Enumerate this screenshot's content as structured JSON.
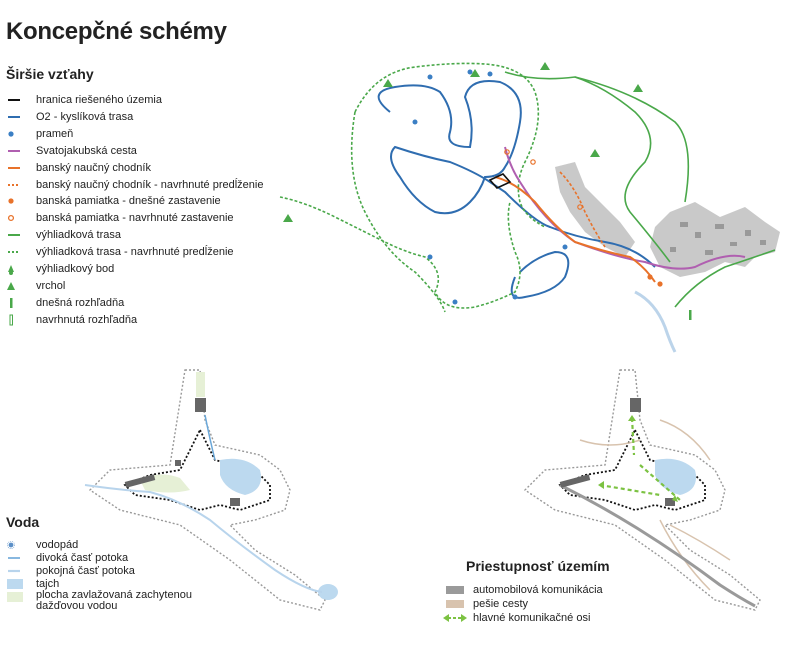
{
  "title": "Koncepčné schémy",
  "wider_relations": {
    "heading": "Širšie vzťahy",
    "legend": [
      {
        "label": "hranica riešeného územia",
        "icon": "black-line-icon",
        "color": "#111111"
      },
      {
        "label": "O2 - kyslíková trasa",
        "icon": "blue-line-icon",
        "color": "#2f6db0"
      },
      {
        "label": "prameň",
        "icon": "blue-dot-icon",
        "color": "#3b7fc4"
      },
      {
        "label": "Svatojakubská cesta",
        "icon": "purple-line-icon",
        "color": "#b05fb0"
      },
      {
        "label": "banský naučný chodník",
        "icon": "orange-line-icon",
        "color": "#e8722a"
      },
      {
        "label": "banský naučný chodník - navrhnuté predĺženie",
        "icon": "orange-dashed-line-icon",
        "color": "#e8722a"
      },
      {
        "label": "banská pamiatka - dnešné zastavenie",
        "icon": "orange-dot-icon",
        "color": "#e8722a"
      },
      {
        "label": "banská pamiatka - navrhnuté zastavenie",
        "icon": "orange-ring-icon",
        "color": "#e8722a"
      },
      {
        "label": "výhliadková trasa",
        "icon": "green-line-icon",
        "color": "#4aa84a"
      },
      {
        "label": "výhliadková trasa - navrhnuté predĺženie",
        "icon": "green-dashed-line-icon",
        "color": "#4aa84a"
      },
      {
        "label": "výhliadkový bod",
        "icon": "viewpoint-icon",
        "color": "#4aa84a"
      },
      {
        "label": "vrchol",
        "icon": "peak-triangle-icon",
        "color": "#4aa84a"
      },
      {
        "label": "dnešná rozhľadňa",
        "icon": "tower-existing-icon",
        "color": "#4aa84a"
      },
      {
        "label": "navrhnutá rozhľadňa",
        "icon": "tower-proposed-icon",
        "color": "#4aa84a"
      }
    ]
  },
  "water": {
    "heading": "Voda",
    "legend": [
      {
        "label": "vodopád",
        "icon": "waterfall-icon",
        "color": "#5b8fc7"
      },
      {
        "label": "divoká časť potoka",
        "icon": "wild-stream-icon",
        "color": "#6aa7d8"
      },
      {
        "label": "pokojná časť potoka",
        "icon": "calm-stream-icon",
        "color": "#b8d4ec"
      },
      {
        "label": "tajch",
        "icon": "pond-icon",
        "color": "#bcd9ef"
      },
      {
        "label": "plocha zavlažovaná zachytenou dažďovou vodou",
        "icon": "irrigated-area-icon",
        "color": "#e6f0d6"
      }
    ]
  },
  "access": {
    "heading": "Priestupnosť územím",
    "legend": [
      {
        "label": "automobilová komunikácia",
        "icon": "road-icon",
        "color": "#9a9a9a"
      },
      {
        "label": "pešie cesty",
        "icon": "footpath-icon",
        "color": "#d8c3ae"
      },
      {
        "label": "hlavné komunikačné osi",
        "icon": "main-axis-arrow-icon",
        "color": "#7cc242"
      }
    ]
  }
}
